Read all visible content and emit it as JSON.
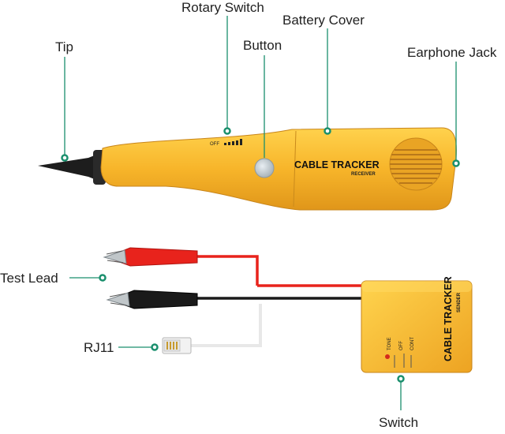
{
  "labels": {
    "tip": "Tip",
    "rotary_switch": "Rotary Switch",
    "battery_cover": "Battery Cover",
    "button": "Button",
    "earphone_jack": "Earphone Jack",
    "test_lead": "Test Lead",
    "rj11": "RJ11",
    "switch": "Switch"
  },
  "receiver": {
    "title": "CABLE TRACKER",
    "subtitle": "RECEIVER",
    "dial_label": "OFF"
  },
  "sender": {
    "title": "CABLE TRACKER",
    "subtitle": "SENDER",
    "switch_positions": [
      "TONE",
      "OFF",
      "CONT"
    ]
  },
  "colors": {
    "body_yellow": "#f7b52a",
    "leader_green": "#1a8f6d",
    "lead_red": "#e8231c",
    "lead_black": "#1a1a1a"
  }
}
